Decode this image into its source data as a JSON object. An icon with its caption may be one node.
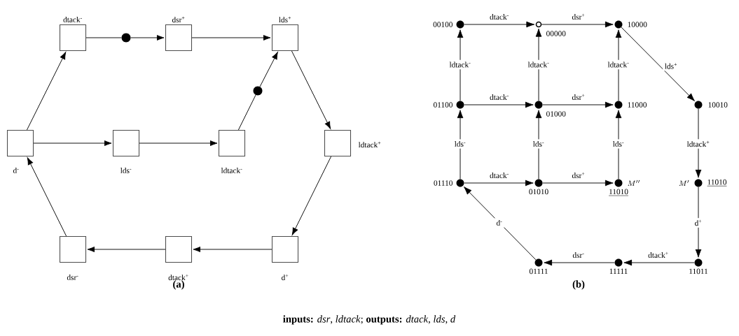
{
  "diagram": {
    "caption": "**inputs:** *dsr*, *ldtack*; **outputs:** *dtack*, *lds*, *d*",
    "nodes": [
      {
        "text": [],
        "shape": "box",
        "beside": [
          "dtack$^{-}$"
        ]
      },
      {
        "text": [],
        "shape": "circle"
      },
      {
        "text": [],
        "shape": "box",
        "beside": [
          "dsr$^{+}$"
        ]
      },
      {
        "text": [],
        "shape": "box",
        "beside": [
          "lds$^{+}$"
        ]
      },
      {
        "text": [],
        "shape": "circle"
      },
      {
        "text": [],
        "shape": "box",
        "beside": [
          "d$^{-}$"
        ]
      },
      {
        "text": [],
        "shape": "box",
        "beside": [
          "lds$^{-}$"
        ]
      },
      {
        "text": [],
        "shape": "box",
        "beside": [
          "ldtack$^{-}$"
        ]
      },
      {
        "text": [],
        "shape": "box",
        "beside": [
          "ldtack$^{+}$"
        ]
      },
      {
        "text": [],
        "shape": "box",
        "beside": [
          "dsr$^{-}$"
        ]
      },
      {
        "text": [],
        "shape": "box",
        "beside": [
          "dtack$^{+}$"
        ]
      },
      {
        "text": [],
        "shape": "box",
        "beside": [
          "d$^{+}$"
        ]
      },
      {
        "text": [],
        "shape": "circle",
        "beside": [
          "00100"
        ]
      },
      {
        "text": [],
        "shape": "circle",
        "beside": [
          "00000"
        ]
      },
      {
        "text": [],
        "shape": "circle",
        "beside": [
          "10000"
        ]
      },
      {
        "text": [],
        "shape": "circle",
        "beside": [
          "01100"
        ]
      },
      {
        "text": [],
        "shape": "circle",
        "beside": [
          "01000"
        ]
      },
      {
        "text": [],
        "shape": "circle",
        "beside": [
          "11000"
        ]
      },
      {
        "text": [],
        "shape": "circle",
        "beside": [
          "10010"
        ]
      },
      {
        "text": [],
        "shape": "circle",
        "beside": [
          "01110"
        ]
      },
      {
        "text": [],
        "shape": "circle",
        "beside": [
          "01010"
        ]
      },
      {
        "text": [],
        "shape": "circle",
        "beside": [
          "M''",
          "11010"
        ]
      },
      {
        "text": [],
        "shape": "circle",
        "beside": [
          "M'",
          "11010"
        ]
      },
      {
        "text": [],
        "shape": "circle",
        "beside": [
          "01111"
        ]
      },
      {
        "text": [],
        "shape": "circle",
        "beside": [
          "11111"
        ]
      },
      {
        "text": [],
        "shape": "circle",
        "beside": [
          "11011"
        ]
      }
    ],
    "edges": [
      {
        "from": 5,
        "to": 0,
        "arrow": "to"
      },
      {
        "from": 0,
        "to": 1,
        "arrow": "none"
      },
      {
        "from": 1,
        "to": 2,
        "arrow": "to"
      },
      {
        "from": 2,
        "to": 3,
        "arrow": "to"
      },
      {
        "from": 5,
        "to": 6,
        "arrow": "to"
      },
      {
        "from": 6,
        "to": 7,
        "arrow": "to"
      },
      {
        "from": 7,
        "to": 4,
        "arrow": "none"
      },
      {
        "from": 4,
        "to": 3,
        "arrow": "to"
      },
      {
        "from": 3,
        "to": 8,
        "arrow": "to"
      },
      {
        "from": 8,
        "to": 11,
        "arrow": "to"
      },
      {
        "from": 11,
        "to": 10,
        "arrow": "to"
      },
      {
        "from": 10,
        "to": 9,
        "arrow": "to"
      },
      {
        "from": 9,
        "to": 5,
        "arrow": "to"
      },
      {
        "from": 12,
        "to": 13,
        "arrow": "to",
        "label": "dtack$^{-}$"
      },
      {
        "from": 13,
        "to": 14,
        "arrow": "to",
        "label": "dsr$^{+}$"
      },
      {
        "from": 14,
        "to": 18,
        "arrow": "to",
        "label": "lds$^{+}$"
      },
      {
        "from": 15,
        "to": 12,
        "arrow": "to",
        "label": "ldtack$^{-}$"
      },
      {
        "from": 16,
        "to": 13,
        "arrow": "to",
        "label": "ldtack$^{-}$"
      },
      {
        "from": 17,
        "to": 14,
        "arrow": "to",
        "label": "ldtack$^{-}$"
      },
      {
        "from": 15,
        "to": 16,
        "arrow": "to",
        "label": "dtack$^{-}$"
      },
      {
        "from": 16,
        "to": 17,
        "arrow": "to",
        "label": "dsr$^{+}$"
      },
      {
        "from": 18,
        "to": 22,
        "arrow": "to",
        "label": "ldtack$^{+}$"
      },
      {
        "from": 19,
        "to": 15,
        "arrow": "to",
        "label": "lds$^{-}$"
      },
      {
        "from": 20,
        "to": 16,
        "arrow": "to",
        "label": "lds$^{-}$"
      },
      {
        "from": 21,
        "to": 17,
        "arrow": "to",
        "label": "lds$^{-}$"
      },
      {
        "from": 19,
        "to": 20,
        "arrow": "to",
        "label": "dtack$^{-}$"
      },
      {
        "from": 20,
        "to": 21,
        "arrow": "to",
        "label": "dsr$^{+}$"
      },
      {
        "from": 22,
        "to": 25,
        "arrow": "to",
        "label": "d$^{+}$"
      },
      {
        "from": 23,
        "to": 19,
        "arrow": "to",
        "label": "d$^{-}$"
      },
      {
        "from": 24,
        "to": 23,
        "arrow": "to",
        "label": "dsr$^{-}$"
      },
      {
        "from": 25,
        "to": 24,
        "arrow": "to",
        "label": "dtack$^{+}$"
      }
    ],
    "labels": [
      "(a)",
      "(b)"
    ]
  }
}
